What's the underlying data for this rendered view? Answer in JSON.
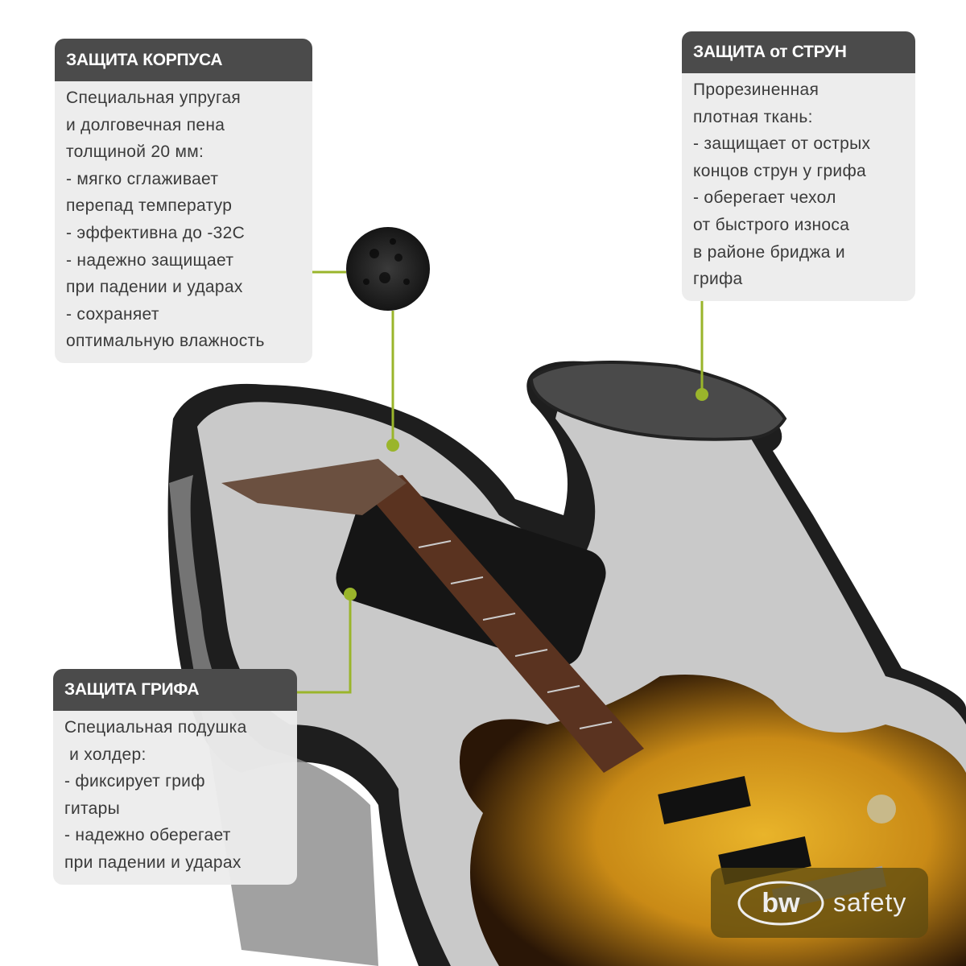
{
  "panels": {
    "body_protection": {
      "title": "ЗАЩИТА КОРПУСА",
      "lines": [
        "Специальная упругая",
        "и долговечная пена",
        "толщиной 20 мм:",
        "- мягко сглаживает",
        "перепад температур",
        "- эффективна до -32С",
        "- надежно защищает",
        "при падении и ударах",
        "- сохраняет",
        "оптимальную влажность"
      ]
    },
    "string_protection": {
      "title": "ЗАЩИТА от СТРУН",
      "lines": [
        "Прорезиненная",
        "плотная ткань:",
        "- защищает от острых",
        "концов струн у грифа",
        "- оберегает чехол",
        "от быстрого износа",
        "в районе бриджа и",
        "грифа"
      ]
    },
    "neck_protection": {
      "title": "ЗАЩИТА ГРИФА",
      "lines": [
        "Специальная подушка",
        " и холдер:",
        "- фиксирует гриф",
        "гитары",
        "- надежно оберегает",
        "при падении и ударах"
      ]
    }
  },
  "logo": {
    "mark": "bw",
    "word": "safety"
  },
  "colors": {
    "accent": "#9ab52b",
    "header": "#4b4b4b",
    "panel": "#ececec"
  }
}
